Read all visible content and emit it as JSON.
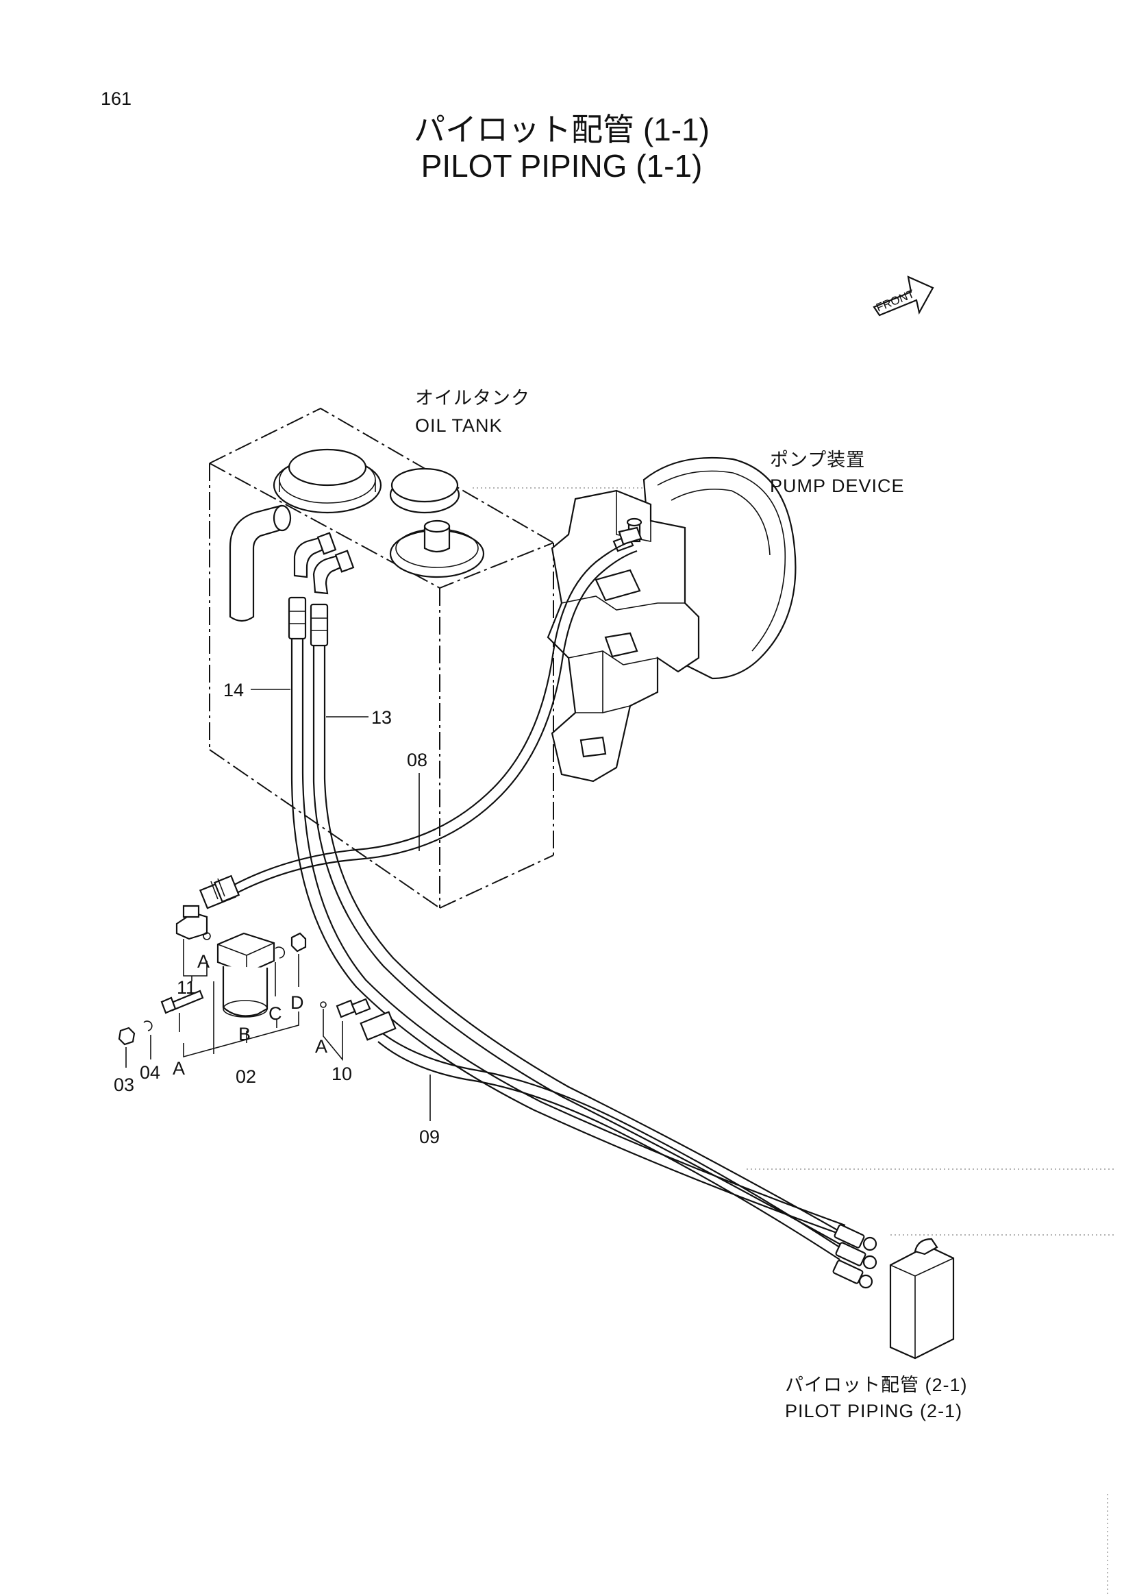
{
  "page": {
    "number": "161",
    "title_jp": "パイロット配管 (1-1)",
    "title_en": "PILOT PIPING (1-1)"
  },
  "front_indicator": "FRONT",
  "components": {
    "oil_tank": {
      "jp": "オイルタンク",
      "en": "OIL TANK"
    },
    "pump_device": {
      "jp": "ポンプ装置",
      "en": "PUMP DEVICE"
    },
    "continuation": {
      "jp": "パイロット配管 (2-1)",
      "en": "PILOT PIPING (2-1)"
    }
  },
  "callouts": {
    "p02": "02",
    "p03": "03",
    "p04": "04",
    "p08": "08",
    "p09": "09",
    "p10": "10",
    "p11": "11",
    "p13": "13",
    "p14": "14"
  },
  "sub_letters": {
    "a1": "A",
    "a2": "A",
    "a3": "A",
    "b": "B",
    "c": "C",
    "d": "D"
  }
}
